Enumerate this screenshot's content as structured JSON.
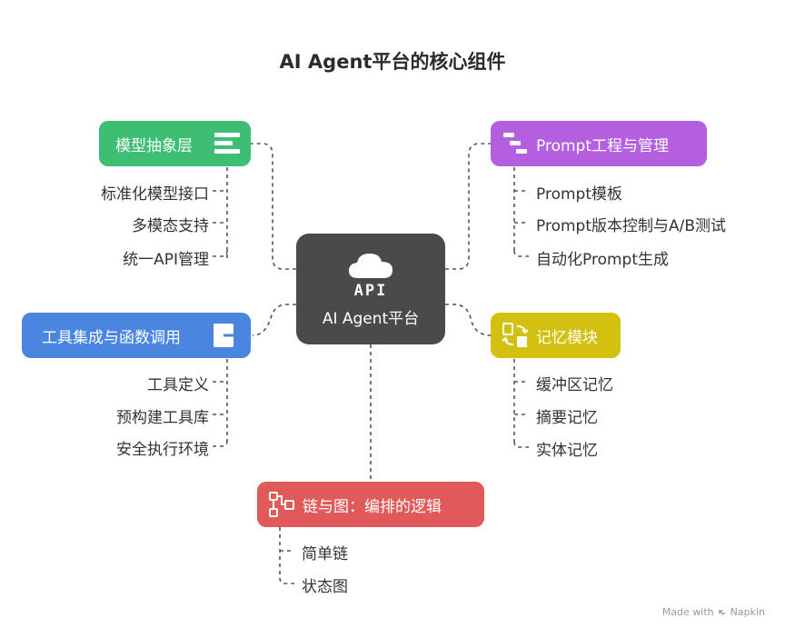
{
  "title": "AI Agent平台的核心组件",
  "center": {
    "icon": "cloud-api-icon",
    "icon_text": "API",
    "label": "AI Agent平台"
  },
  "colors": {
    "center": "#4a4a4a",
    "model": "#3dbf73",
    "tools": "#4a86e0",
    "chain": "#e05a5a",
    "prompt": "#b45ee0",
    "memory": "#d4c010"
  },
  "branches": {
    "model": {
      "label": "模型抽象层",
      "icon": "layers-icon",
      "items": [
        "标准化模型接口",
        "多模态支持",
        "统一API管理"
      ]
    },
    "tools": {
      "label": "工具集成与函数调用",
      "icon": "export-arrow-icon",
      "items": [
        "工具定义",
        "预构建工具库",
        "安全执行环境"
      ]
    },
    "chain": {
      "label": "链与图：编排的逻辑",
      "icon": "flow-chart-icon",
      "items": [
        "简单链",
        "状态图"
      ]
    },
    "prompt": {
      "label": "Prompt工程与管理",
      "icon": "gantt-steps-icon",
      "items": [
        "Prompt模板",
        "Prompt版本控制与A/B测试",
        "自动化Prompt生成"
      ]
    },
    "memory": {
      "label": "记忆模块",
      "icon": "swap-cycle-icon",
      "items": [
        "缓冲区记忆",
        "摘要记忆",
        "实体记忆"
      ]
    }
  },
  "footer": {
    "text": "Made with",
    "brand": "Napkin",
    "icon": "napkin-logo-icon"
  }
}
